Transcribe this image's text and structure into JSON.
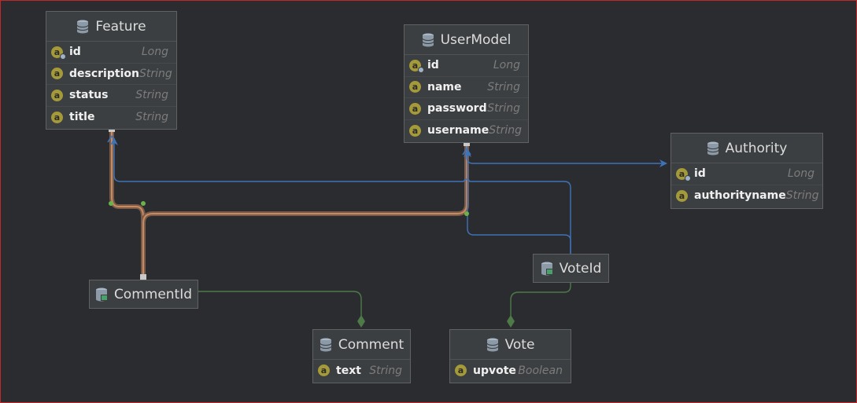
{
  "colors": {
    "background": "#2b2c30",
    "node_fill": "#3c3f41",
    "node_border": "#616161",
    "attr_icon": "#a59a39",
    "name_text": "#f0f0f0",
    "type_text": "#7c7c7c",
    "blue_link": "#3f73b8",
    "green_link": "#4e7a48",
    "orange_link": "#b87a4e"
  },
  "entities": {
    "feature": {
      "title": "Feature",
      "icon": "table-icon",
      "attributes": [
        {
          "name": "id",
          "type": "Long",
          "is_key": true
        },
        {
          "name": "description",
          "type": "String",
          "is_key": false
        },
        {
          "name": "status",
          "type": "String",
          "is_key": false
        },
        {
          "name": "title",
          "type": "String",
          "is_key": false
        }
      ]
    },
    "usermodel": {
      "title": "UserModel",
      "icon": "table-icon",
      "attributes": [
        {
          "name": "id",
          "type": "Long",
          "is_key": true
        },
        {
          "name": "name",
          "type": "String",
          "is_key": false
        },
        {
          "name": "password",
          "type": "String",
          "is_key": false
        },
        {
          "name": "username",
          "type": "String",
          "is_key": false
        }
      ]
    },
    "authority": {
      "title": "Authority",
      "icon": "table-icon",
      "attributes": [
        {
          "name": "id",
          "type": "Long",
          "is_key": true
        },
        {
          "name": "authorityname",
          "type": "String",
          "is_key": false
        }
      ]
    },
    "commentid": {
      "title": "CommentId",
      "icon": "embeddable-icon"
    },
    "voteid": {
      "title": "VoteId",
      "icon": "embeddable-icon"
    },
    "comment": {
      "title": "Comment",
      "icon": "table-icon",
      "attributes": [
        {
          "name": "text",
          "type": "String",
          "is_key": false
        }
      ]
    },
    "vote": {
      "title": "Vote",
      "icon": "table-icon",
      "attributes": [
        {
          "name": "upvote",
          "type": "Boolean",
          "is_key": false
        }
      ]
    }
  },
  "relations": [
    {
      "from": "commentid",
      "to": "feature",
      "kind": "association"
    },
    {
      "from": "commentid",
      "to": "usermodel",
      "kind": "association"
    },
    {
      "from": "usermodel",
      "to": "authority",
      "kind": "navigable"
    },
    {
      "from": "voteid",
      "to": "feature",
      "kind": "navigable"
    },
    {
      "from": "voteid",
      "to": "usermodel",
      "kind": "navigable"
    },
    {
      "from": "commentid",
      "to": "comment",
      "kind": "composition"
    },
    {
      "from": "voteid",
      "to": "vote",
      "kind": "composition"
    }
  ],
  "attr_icon_letter": "a"
}
